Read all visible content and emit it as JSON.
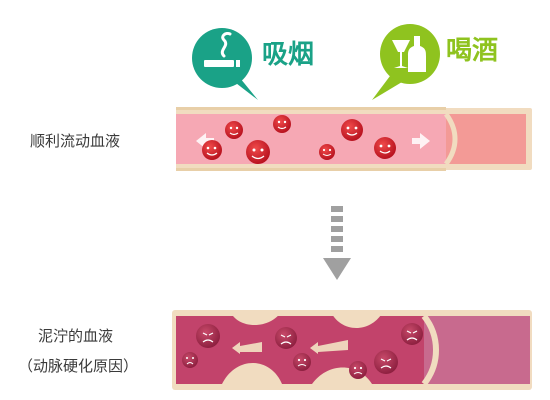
{
  "smoking": {
    "label": "吸烟",
    "color": "#1aa287",
    "icon": "cigarette-icon"
  },
  "drinking": {
    "label": "喝酒",
    "color": "#8fc31f",
    "icon": "wine-bottle-icon"
  },
  "healthy": {
    "label": "顺利流动血液"
  },
  "clogged": {
    "label_line1": "泥泞的血液",
    "label_line2": "（动脉硬化原因）"
  },
  "colors": {
    "vessel_outer": "#f1dcc0",
    "vessel_inner": "#f6a8b4",
    "vessel_end": "#f39a96",
    "clogged_inner": "#c2436b",
    "clogged_end": "#c86a8e",
    "cell": "#c9182a",
    "cell_dark": "#a32b4c",
    "arrow_gray": "#a0a0a0"
  }
}
